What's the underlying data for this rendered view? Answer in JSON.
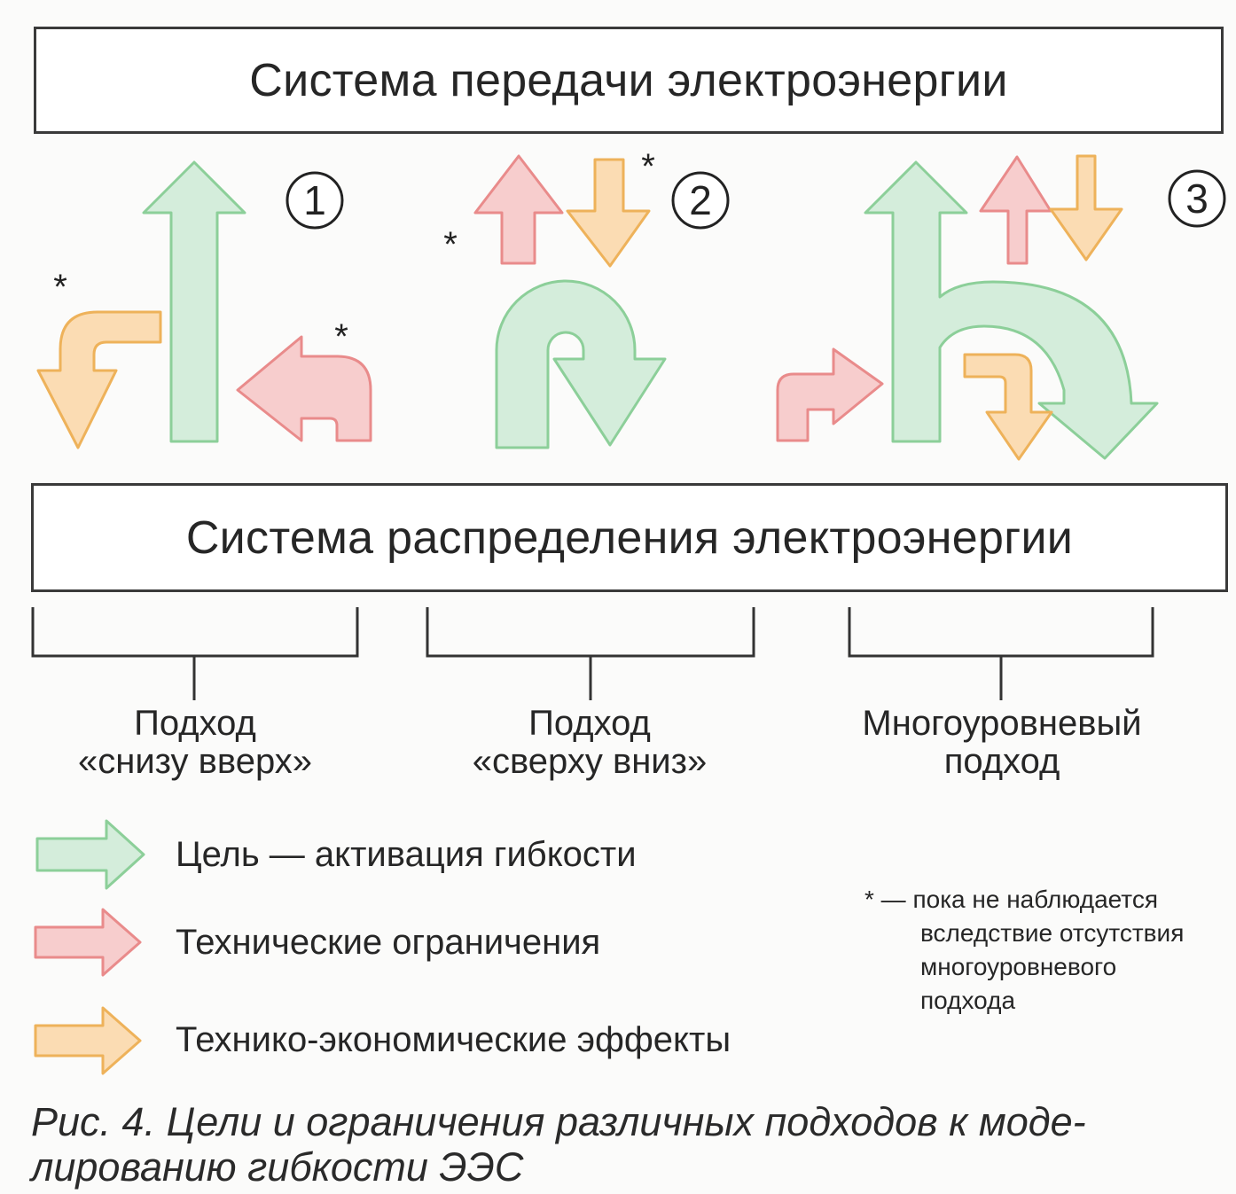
{
  "boxes": {
    "top": "Система передачи электроэнергии",
    "bottom": "Система распределения электроэнергии"
  },
  "markers": [
    "1",
    "2",
    "3"
  ],
  "asterisk": "*",
  "approaches": [
    {
      "label": "Подход\n«снизу вверх»"
    },
    {
      "label": "Подход\n«сверху вниз»"
    },
    {
      "label": "Многоуровневый\nподход"
    }
  ],
  "legend": [
    {
      "label": "Цель — активация гибкости",
      "color": "#d4eddb",
      "stroke": "#8ccf99"
    },
    {
      "label": "Технические ограничения",
      "color": "#f7cdcd",
      "stroke": "#e98b8b"
    },
    {
      "label": "Технико-экономические эффекты",
      "color": "#fbdcb3",
      "stroke": "#eeb25a"
    }
  ],
  "note": {
    "line1": "* — пока не наблюдается",
    "line2": "вследствие отсутствия",
    "line3": "многоуровневого",
    "line4": "подхода"
  },
  "caption": "Рис. 4. Цели и ограничения различных подходов к моде-лированию гибкости ЭЭС"
}
